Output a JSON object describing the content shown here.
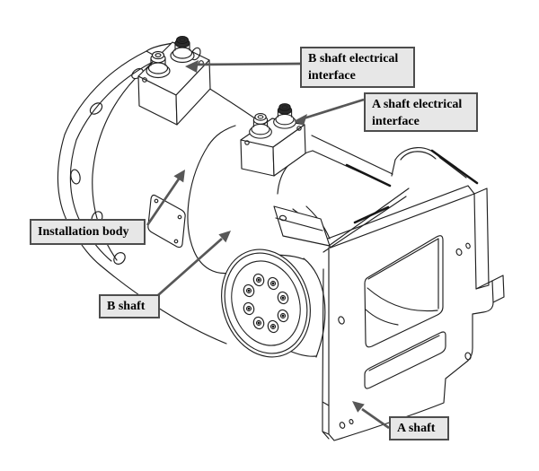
{
  "diagram": {
    "callouts": [
      {
        "id": "b-shaft-electrical-interface",
        "label": "B shaft electrical interface"
      },
      {
        "id": "a-shaft-electrical-interface",
        "label": "A shaft electrical interface"
      },
      {
        "id": "installation-body",
        "label": "Installation body"
      },
      {
        "id": "b-shaft",
        "label": "B shaft"
      },
      {
        "id": "a-shaft",
        "label": "A shaft"
      }
    ],
    "colors": {
      "background": "#ffffff",
      "line_art": "#202020",
      "leader_arrow": "#575757",
      "callout_fill": "#e7e7e7",
      "callout_border": "#4d4d4d",
      "callout_text": "#000000"
    }
  }
}
